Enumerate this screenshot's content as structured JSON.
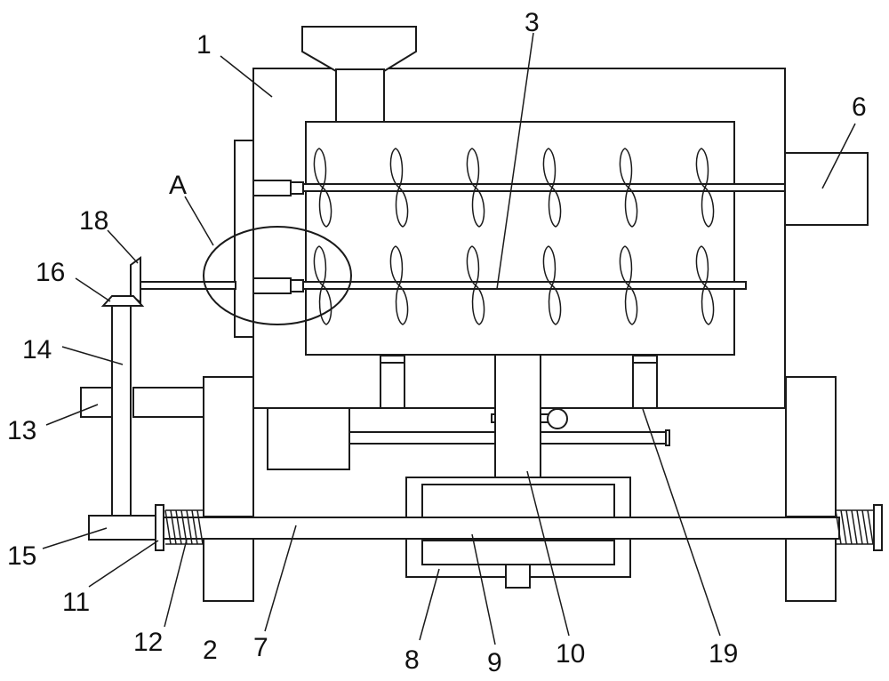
{
  "labels": {
    "l1": "1",
    "l2": "2",
    "l3": "3",
    "l6": "6",
    "l7": "7",
    "l8": "8",
    "l9": "9",
    "l10": "10",
    "l11": "11",
    "l12": "12",
    "l13": "13",
    "l14": "14",
    "l15": "15",
    "l16": "16",
    "l18": "18",
    "l19": "19",
    "lA": "A"
  }
}
